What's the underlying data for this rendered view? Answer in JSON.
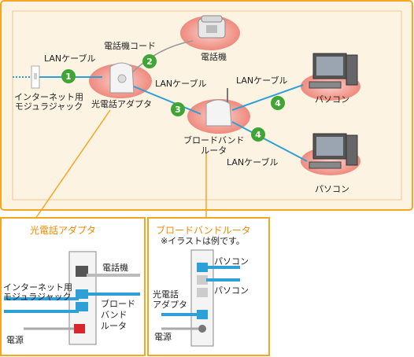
{
  "top": {
    "lan_cable_1": "LANケーブル",
    "phone_cord": "電話機コード",
    "phone": "電話機",
    "lan_cable_2": "LANケーブル",
    "lan_cable_3": "LANケーブル",
    "lan_cable_4": "LANケーブル",
    "modular_jack": "インターネット用\nモジュラジャック",
    "hikari_adapter": "光電話アダプタ",
    "router": "ブロードバンド\nルータ",
    "pc1": "パソコン",
    "pc2": "パソコン",
    "steps": [
      "1",
      "2",
      "3",
      "4",
      "4"
    ]
  },
  "adapter_box": {
    "title": "光電話アダプタ",
    "phone": "電話機",
    "jack": "インターネット用\nモジュラジャック",
    "router": "ブロード\nバンド\nルータ",
    "power": "電源"
  },
  "router_box": {
    "title": "ブロードバンドルータ",
    "note": "※イラストは例です。",
    "pc1": "パソコン",
    "pc2": "パソコン",
    "adapter": "光電話\nアダプタ",
    "power": "電源"
  },
  "colors": {
    "frame": "#f5a623",
    "panel_bg": "#fdf3e3",
    "cable": "#2f9fd8",
    "step_green": "#3fa535",
    "blob": "#f08f85"
  }
}
